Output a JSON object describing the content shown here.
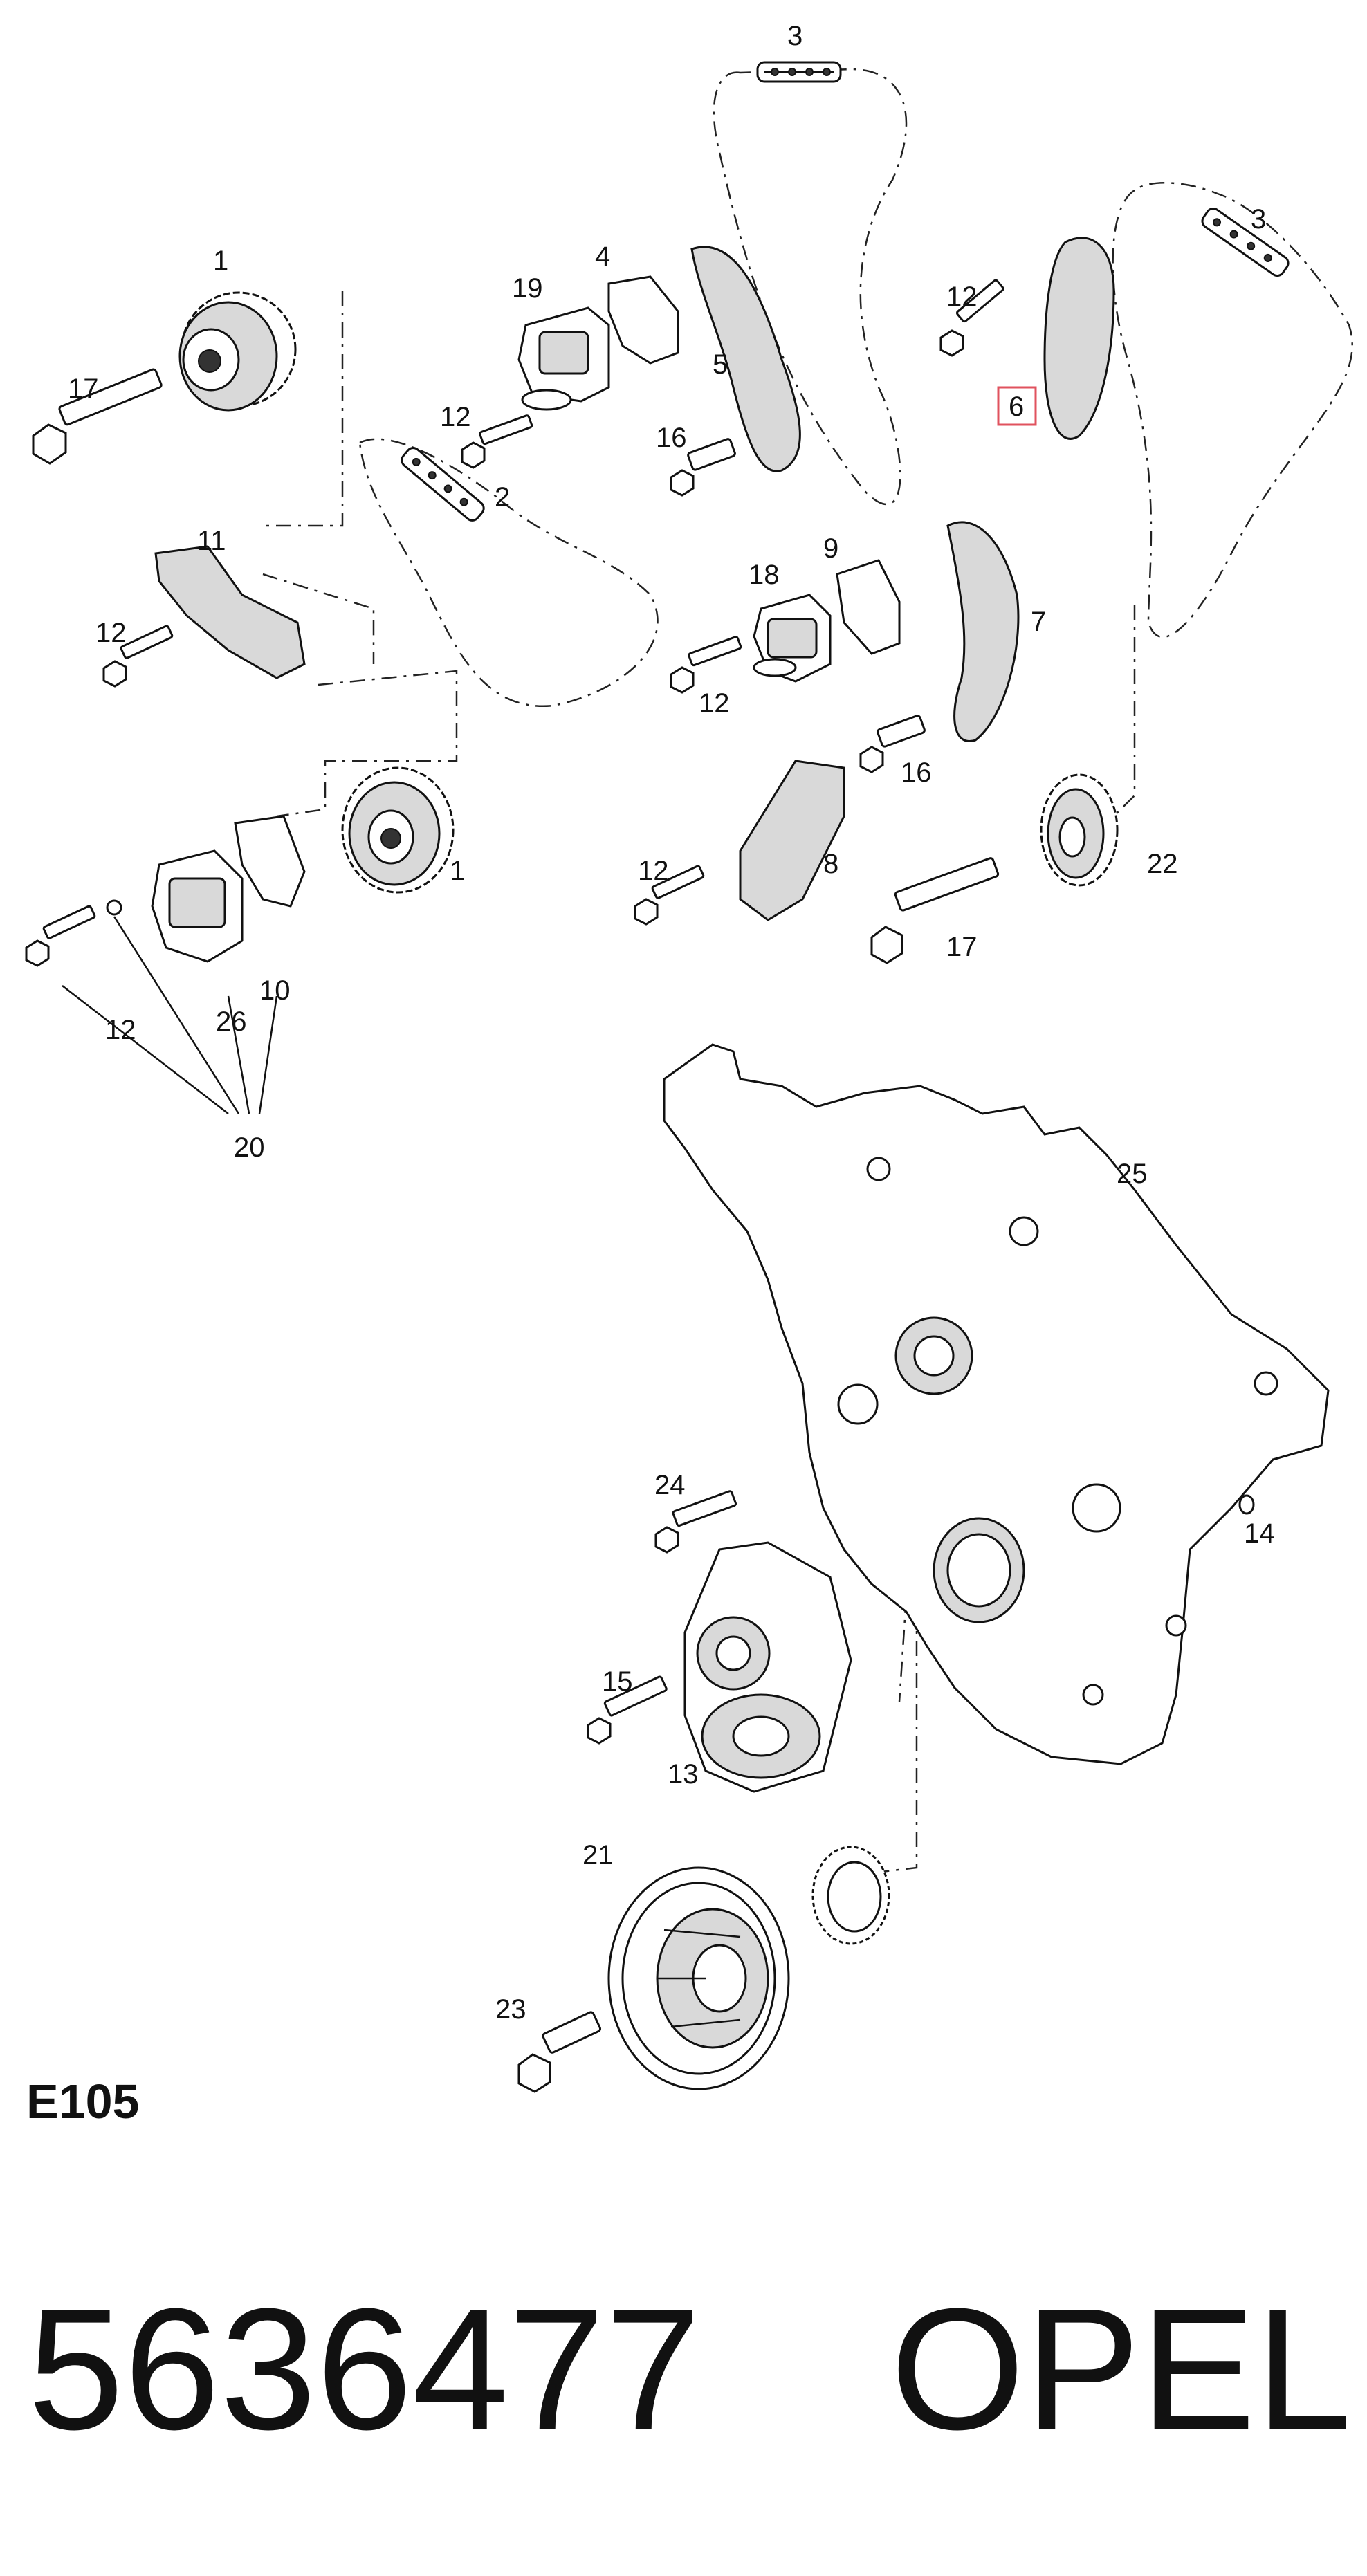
{
  "diagram": {
    "callouts": [
      {
        "id": "c1a",
        "text": "1"
      },
      {
        "id": "c1b",
        "text": "1"
      },
      {
        "id": "c2",
        "text": "2"
      },
      {
        "id": "c3a",
        "text": "3"
      },
      {
        "id": "c3b",
        "text": "3"
      },
      {
        "id": "c4",
        "text": "4"
      },
      {
        "id": "c5",
        "text": "5"
      },
      {
        "id": "c6",
        "text": "6"
      },
      {
        "id": "c7",
        "text": "7"
      },
      {
        "id": "c8",
        "text": "8"
      },
      {
        "id": "c9",
        "text": "9"
      },
      {
        "id": "c10",
        "text": "10"
      },
      {
        "id": "c11",
        "text": "11"
      },
      {
        "id": "c12a",
        "text": "12"
      },
      {
        "id": "c12b",
        "text": "12"
      },
      {
        "id": "c12c",
        "text": "12"
      },
      {
        "id": "c12d",
        "text": "12"
      },
      {
        "id": "c12e",
        "text": "12"
      },
      {
        "id": "c12f",
        "text": "12"
      },
      {
        "id": "c13",
        "text": "13"
      },
      {
        "id": "c14",
        "text": "14"
      },
      {
        "id": "c15",
        "text": "15"
      },
      {
        "id": "c16a",
        "text": "16"
      },
      {
        "id": "c16b",
        "text": "16"
      },
      {
        "id": "c17a",
        "text": "17"
      },
      {
        "id": "c17b",
        "text": "17"
      },
      {
        "id": "c18",
        "text": "18"
      },
      {
        "id": "c19",
        "text": "19"
      },
      {
        "id": "c20",
        "text": "20"
      },
      {
        "id": "c21",
        "text": "21"
      },
      {
        "id": "c22",
        "text": "22"
      },
      {
        "id": "c23",
        "text": "23"
      },
      {
        "id": "c24",
        "text": "24"
      },
      {
        "id": "c25",
        "text": "25"
      },
      {
        "id": "c26",
        "text": "26"
      }
    ],
    "highlighted_part": "6",
    "highlight_color": "#e0525e",
    "diagram_code": "E105"
  },
  "footer": {
    "part_number": "5636477",
    "brand": "OPEL"
  }
}
